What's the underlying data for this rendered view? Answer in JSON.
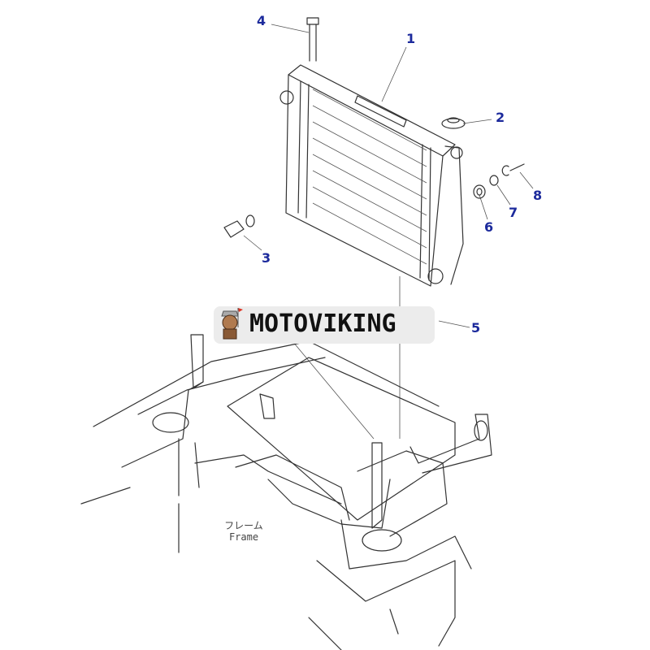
{
  "callouts": {
    "c1": "1",
    "c2": "2",
    "c3": "3",
    "c4": "4",
    "c5": "5",
    "c6": "6",
    "c7": "7",
    "c8": "8"
  },
  "frame_label": {
    "jp": "フレーム",
    "en": "Frame"
  },
  "watermark": {
    "brand": "MOTOVIKING"
  },
  "colors": {
    "callout": "#1c2a9c",
    "line": "#333333"
  }
}
